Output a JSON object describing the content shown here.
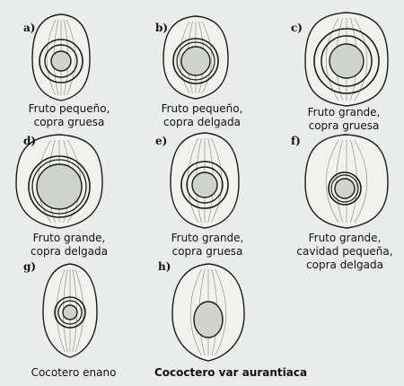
{
  "panels": [
    {
      "id": "a",
      "letter": "a)",
      "caption": "Fruto pequeño,\ncopra gruesa",
      "bold": false
    },
    {
      "id": "b",
      "letter": "b)",
      "caption": "Fruto pequeño,\ncopra delgada",
      "bold": false
    },
    {
      "id": "c",
      "letter": "c)",
      "caption": "Fruto grande,\ncopra gruesa",
      "bold": false
    },
    {
      "id": "d",
      "letter": "d)",
      "caption": "Fruto grande,\ncopra delgada",
      "bold": false
    },
    {
      "id": "e",
      "letter": "e)",
      "caption": "Fruto grande,\ncopra gruesa",
      "bold": false
    },
    {
      "id": "f",
      "letter": "f)",
      "caption": "Fruto grande,\ncavidad pequeña,\ncopra delgada",
      "bold": false
    },
    {
      "id": "g",
      "letter": "g)",
      "caption": "Cocotero enano",
      "bold": false
    },
    {
      "id": "h",
      "letter": "h)",
      "caption": "Cococtero var aurantiaca",
      "bold": true
    }
  ]
}
